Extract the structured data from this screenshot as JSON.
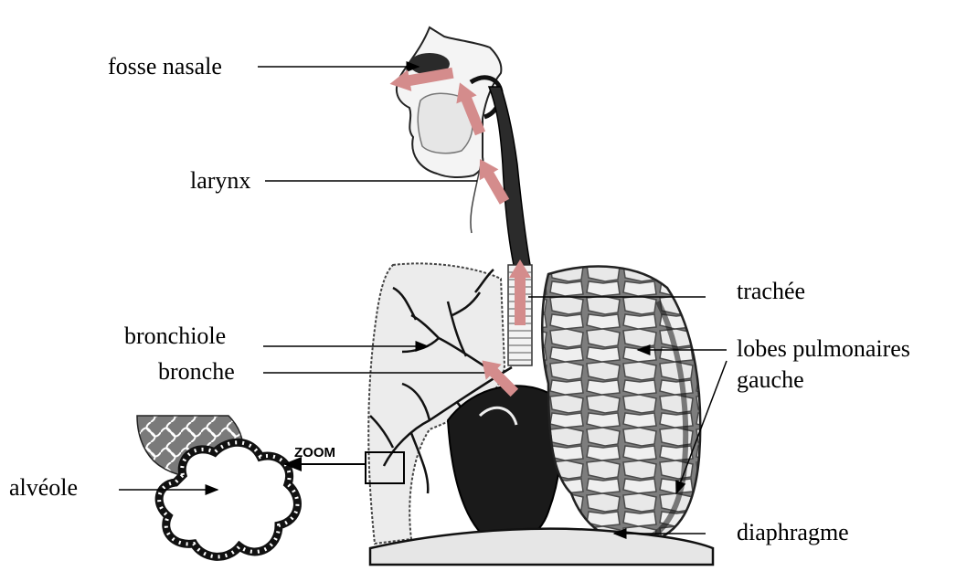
{
  "diagram": {
    "labels": {
      "fosse_nasale": "fosse nasale",
      "larynx": "larynx",
      "trachee": "trachée",
      "bronchiole": "bronchiole",
      "bronche": "bronche",
      "lobes_line1": "lobes pulmonaires",
      "lobes_line2": "gauche",
      "alveole": "alvéole",
      "diaphragme": "diaphragme",
      "zoom": "ZOOM"
    },
    "colors": {
      "ink": "#000000",
      "airflow_arrow": "#d48c8c",
      "lung_fill": "#ececec",
      "heart_fill": "#1a1a1a",
      "left_lung_fill": "#8a8a8a"
    }
  }
}
